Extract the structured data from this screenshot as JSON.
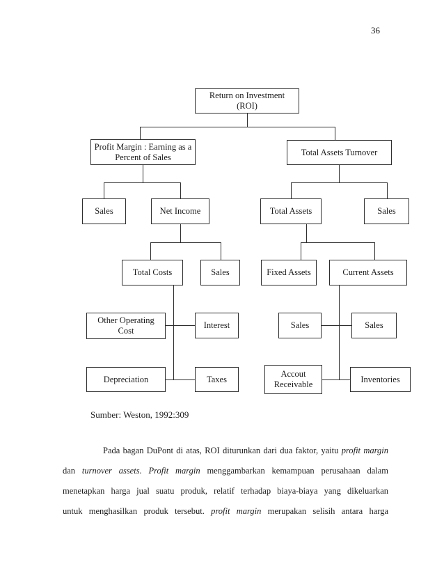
{
  "page": {
    "number": "36",
    "source_caption": "Sumber: Weston, 1992:309"
  },
  "diagram": {
    "roi": "Return on Investment (ROI)",
    "left": {
      "profit_margin": "Profit Margin : Earning as a Percent of Sales",
      "sales": "Sales",
      "net_income": "Net Income",
      "total_costs": "Total Costs",
      "sales_under_net_income": "Sales",
      "other_operating_cost": "Other Operating Cost",
      "interest": "Interest",
      "depreciation": "Depreciation",
      "taxes": "Taxes"
    },
    "right": {
      "total_assets_turnover": "Total Assets Turnover",
      "total_assets": "Total Assets",
      "sales": "Sales",
      "fixed_assets": "Fixed Assets",
      "current_assets": "Current Assets",
      "sales_under_current_assets_left": "Sales",
      "sales_under_current_assets_right": "Sales",
      "account_receivable": "Accout Receivable",
      "inventories": "Inventories"
    }
  },
  "paragraph": {
    "lines": [
      {
        "segs": [
          {
            "t": "Pada bagan DuPont di atas, ROI diturunkan dari dua faktor, yaitu "
          },
          {
            "t": "profit margin",
            "italic": true
          }
        ]
      },
      {
        "segs": [
          {
            "t": "dan "
          },
          {
            "t": "turnover assets. Profit margin",
            "italic": true
          },
          {
            "t": " menggambarkan kemampuan perusahaan dalam"
          }
        ]
      },
      {
        "segs": [
          {
            "t": "menetapkan harga jual suatu produk, relatif terhadap biaya-biaya yang dikeluarkan"
          }
        ]
      },
      {
        "segs": [
          {
            "t": "untuk menghasilkan produk tersebut. "
          },
          {
            "t": "profit margin",
            "italic": true
          },
          {
            "t": " merupakan selisih antara harga"
          }
        ]
      }
    ]
  }
}
